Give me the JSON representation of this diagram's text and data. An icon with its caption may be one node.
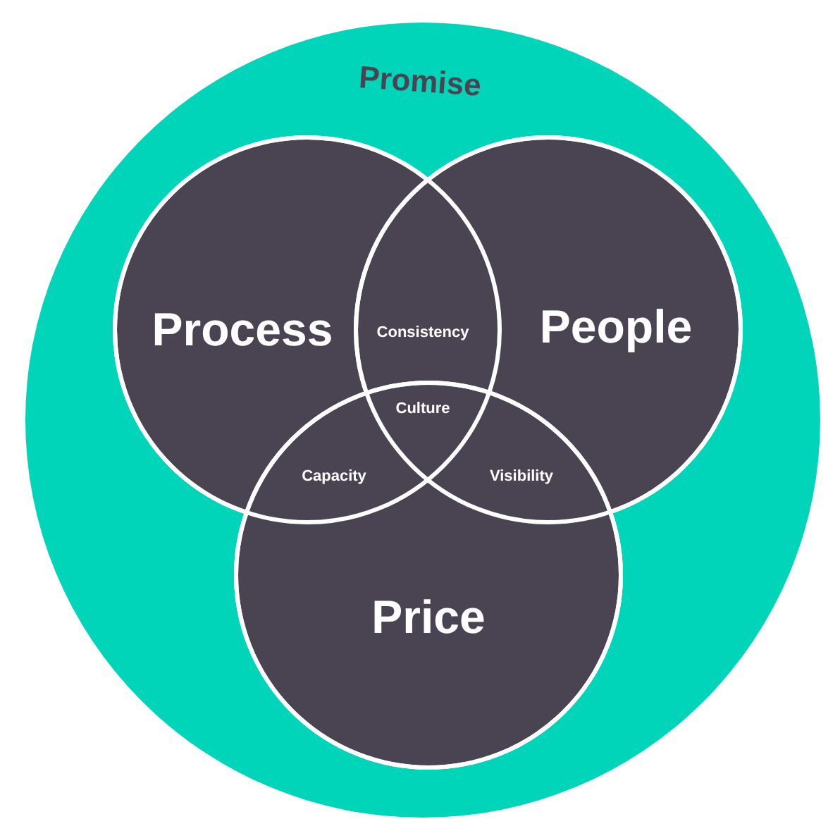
{
  "diagram": {
    "nodes": [
      {
        "text": [
          "Promise"
        ]
      },
      {
        "text": [
          "Process"
        ],
        "in": 0
      },
      {
        "text": [
          "People"
        ],
        "in": 0
      },
      {
        "text": [
          "Price"
        ],
        "in": 0
      }
    ],
    "labels": [
      "Consistency",
      "Culture",
      "Capacity",
      "Visibility"
    ]
  }
}
